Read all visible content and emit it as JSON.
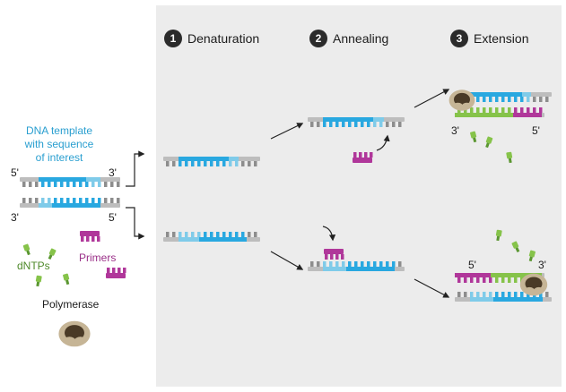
{
  "colors": {
    "panel_bg": "#ececec",
    "backbone": "#bdbdbd",
    "base_gray": "#8d8d8d",
    "dna_blue": "#29a8e0",
    "light_blue": "#7fcbe9",
    "primer": "#b0379a",
    "dntp": "#86c34a",
    "polymerase_dark": "#4a3a26",
    "polymerase_light": "#c6b596"
  },
  "steps": [
    {
      "number": "1",
      "label": "Denaturation"
    },
    {
      "number": "2",
      "label": "Annealing"
    },
    {
      "number": "3",
      "label": "Extension"
    }
  ],
  "legend": {
    "template_title": "DNA template with sequence of interest",
    "template_title_lines": [
      "DNA template",
      "with sequence",
      "of interest"
    ],
    "dntps_label": "dNTPs",
    "primers_label": "Primers",
    "polymerase_label": "Polymerase"
  },
  "strand_ends": {
    "five_prime": "5'",
    "three_prime": "3'"
  },
  "icons": [
    "arrow-icon",
    "bracket-arrow-icon",
    "dntp-icon",
    "primer-icon",
    "polymerase-icon"
  ]
}
